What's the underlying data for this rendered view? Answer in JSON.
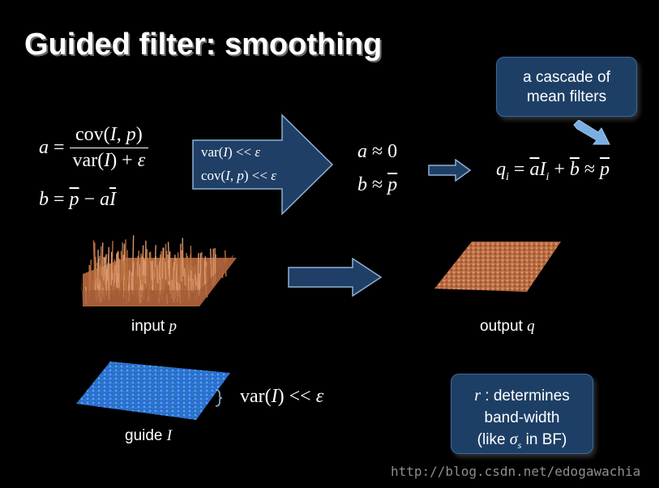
{
  "slide": {
    "title": "Guided filter: smoothing",
    "callout_top": {
      "line1": "a cascade of",
      "line2": "mean filters"
    },
    "formula_left": {
      "a_lhs": "a =",
      "a_num": "cov(I, p)",
      "a_den": "var(I) + ε",
      "b_line": "b = p − aI"
    },
    "arrow_conditions": {
      "cond1": "var(I) << ε",
      "cond2": "cov(I, p) << ε"
    },
    "approx": {
      "a_approx": "a ≈ 0",
      "b_approx": "b ≈ p"
    },
    "result": "q_i = aI_i + b ≈ p",
    "input_label": {
      "text": "input",
      "var": "p"
    },
    "output_label": {
      "text": "output",
      "var": "q"
    },
    "guide_label": {
      "text": "guide",
      "var": "I"
    },
    "guide_condition": "var(I) << ε",
    "callout_bottom": {
      "line1_var": "r",
      "line1_rest": ": determines",
      "line2": "band-width",
      "line3_pre": "(like",
      "line3_sym": "σ",
      "line3_sub": "s",
      "line3_post": "in BF)"
    },
    "watermark": "http://blog.csdn.net/edogawachia",
    "colors": {
      "background": "#000000",
      "callout_fill": "#1d3f66",
      "arrow_fill": "#1f3f66",
      "surface_input": "#c27a50",
      "surface_output": "#b86a40",
      "surface_guide": "#2f6fd6"
    }
  }
}
